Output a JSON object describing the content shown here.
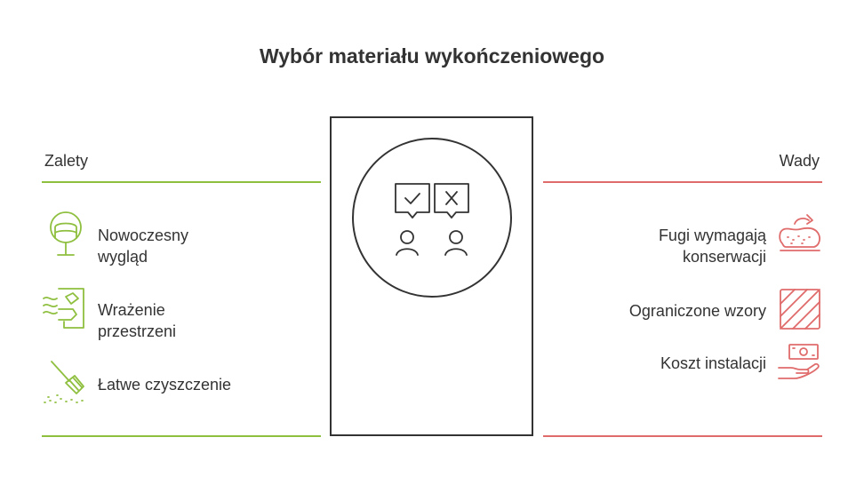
{
  "title": "Wybór materiału wykończeniowego",
  "pros": {
    "heading": "Zalety",
    "color": "#8fbf3f",
    "items": [
      {
        "lines": [
          "Nowoczesny",
          "wygląd"
        ],
        "icon": "modern-chair-icon"
      },
      {
        "lines": [
          "Wrażenie",
          "przestrzeni"
        ],
        "icon": "space-expansion-icon"
      },
      {
        "lines": [
          "Łatwe czyszczenie"
        ],
        "icon": "rake-cleaning-icon"
      }
    ]
  },
  "cons": {
    "heading": "Wady",
    "color": "#e06b6b",
    "items": [
      {
        "lines": [
          "Fugi wymagają",
          "konserwacji"
        ],
        "icon": "grout-sponge-icon"
      },
      {
        "lines": [
          "Ograniczone wzory"
        ],
        "icon": "hatched-pattern-icon"
      },
      {
        "lines": [
          "Koszt instalacji"
        ],
        "icon": "money-hand-icon"
      }
    ]
  },
  "center": {
    "icon": "decision-people-icon"
  }
}
